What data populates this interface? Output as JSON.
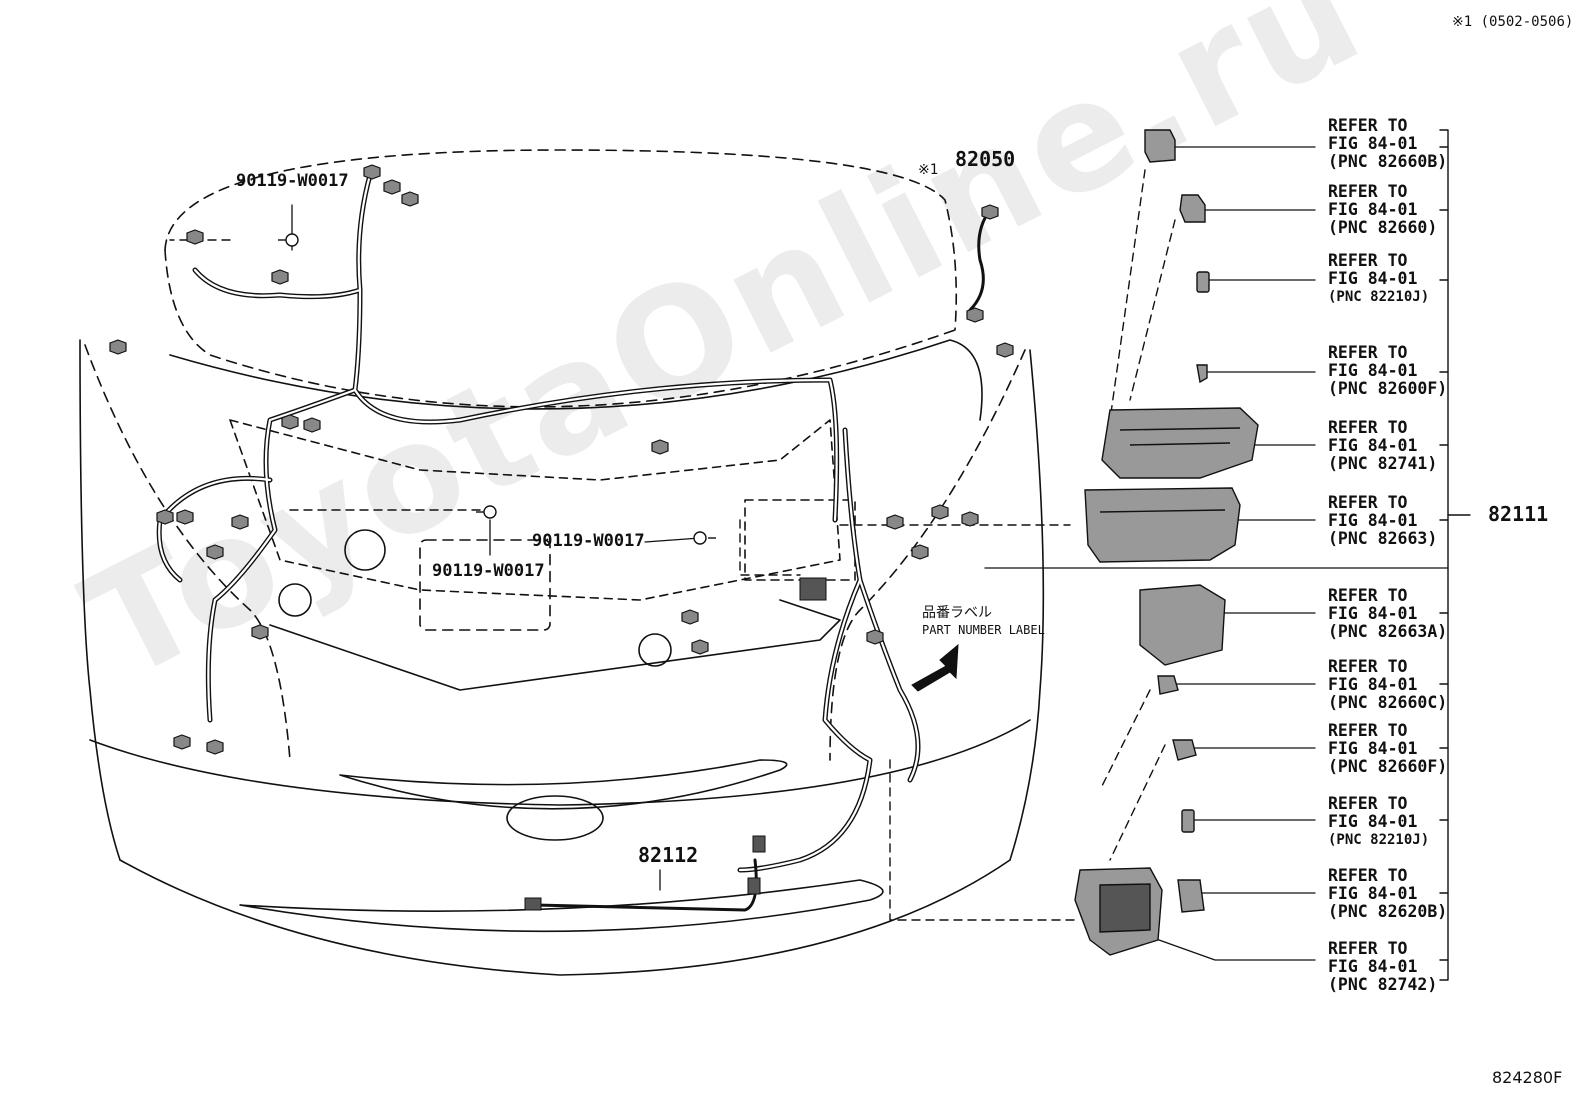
{
  "header": {
    "applicability_note": "※1 (0502-0506)"
  },
  "watermark": "ToyotaOnline.ru",
  "parts": {
    "screw_top": "90119-W0017",
    "screw_center": "90119-W0017",
    "screw_right": "90119-W0017",
    "harness_82050_marker": "※1",
    "harness_82050": "82050",
    "harness_82112": "82112",
    "harness_82111": "82111"
  },
  "part_number_label": {
    "jp": "品番ラベル",
    "en": "PART NUMBER LABEL"
  },
  "references": [
    {
      "line1": "REFER TO",
      "line2": "FIG 84-01",
      "line3": "(PNC 82660B)"
    },
    {
      "line1": "REFER TO",
      "line2": "FIG 84-01",
      "line3": "(PNC 82660)"
    },
    {
      "line1": "REFER TO",
      "line2": "FIG 84-01",
      "line3": "(PNC 82210J)"
    },
    {
      "line1": "REFER TO",
      "line2": "FIG 84-01",
      "line3": "(PNC 82600F)"
    },
    {
      "line1": "REFER TO",
      "line2": "FIG 84-01",
      "line3": "(PNC 82741)"
    },
    {
      "line1": "REFER TO",
      "line2": "FIG 84-01",
      "line3": "(PNC 82663)"
    },
    {
      "line1": "REFER TO",
      "line2": "FIG 84-01",
      "line3": "(PNC 82663A)"
    },
    {
      "line1": "REFER TO",
      "line2": "FIG 84-01",
      "line3": "(PNC 82660C)"
    },
    {
      "line1": "REFER TO",
      "line2": "FIG 84-01",
      "line3": "(PNC 82660F)"
    },
    {
      "line1": "REFER TO",
      "line2": "FIG 84-01",
      "line3": "(PNC 82210J)"
    },
    {
      "line1": "REFER TO",
      "line2": "FIG 84-01",
      "line3": "(PNC 82620B)"
    },
    {
      "line1": "REFER TO",
      "line2": "FIG 84-01",
      "line3": "(PNC 82742)"
    }
  ],
  "figure_id": "824280F"
}
